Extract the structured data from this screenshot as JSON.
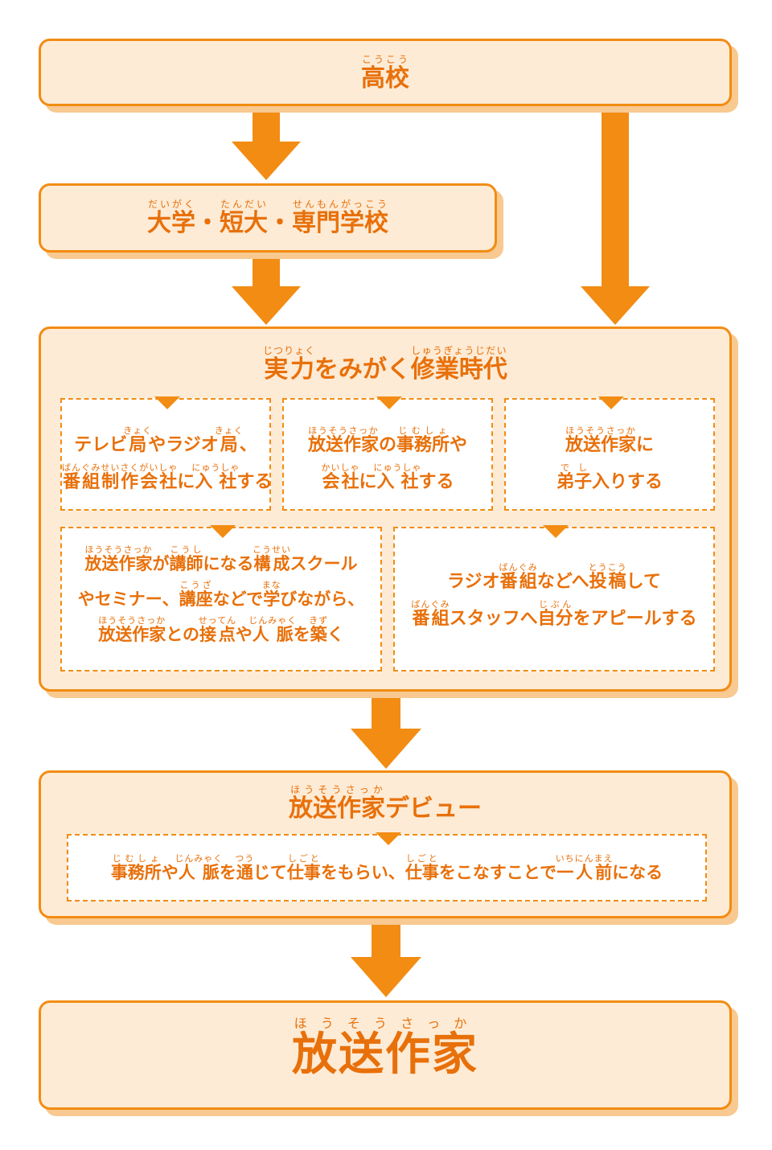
{
  "nodes": {
    "high_school": {
      "text": "高校",
      "ruby": "こうこう"
    },
    "university": {
      "parts": [
        {
          "text": "大学",
          "ruby": "だいがく"
        },
        {
          "text": "・"
        },
        {
          "text": "短大",
          "ruby": "たんだい"
        },
        {
          "text": "・"
        },
        {
          "text": "専門学校",
          "ruby": "せんもんがっこう"
        }
      ]
    },
    "training": {
      "title_parts": [
        {
          "text": "実力",
          "ruby": "じつりょく"
        },
        {
          "text": "をみがく"
        },
        {
          "text": "修業時代",
          "ruby": "しゅうぎょうじだい"
        }
      ],
      "options": {
        "tv_radio": {
          "line1": [
            {
              "text": "テレビ"
            },
            {
              "text": "局",
              "ruby": "きょく"
            },
            {
              "text": "やラジオ"
            },
            {
              "text": "局",
              "ruby": "きょく"
            },
            {
              "text": "、"
            }
          ],
          "line2": [
            {
              "text": "番組制作会社",
              "ruby": "ばんぐみせいさくがいしゃ"
            },
            {
              "text": "に"
            },
            {
              "text": "入社",
              "ruby": "にゅうしゃ"
            },
            {
              "text": "する"
            }
          ]
        },
        "office": {
          "line1": [
            {
              "text": "放送作家",
              "ruby": "ほうそうさっか"
            },
            {
              "text": "の"
            },
            {
              "text": "事務所",
              "ruby": "じむしょ"
            },
            {
              "text": "や"
            }
          ],
          "line2": [
            {
              "text": "会社",
              "ruby": "かいしゃ"
            },
            {
              "text": "に"
            },
            {
              "text": "入社",
              "ruby": "にゅうしゃ"
            },
            {
              "text": "する"
            }
          ]
        },
        "apprentice": {
          "line1": [
            {
              "text": "放送作家",
              "ruby": "ほうそうさっか"
            },
            {
              "text": "に"
            }
          ],
          "line2": [
            {
              "text": "弟子",
              "ruby": "でし"
            },
            {
              "text": "入りする"
            }
          ]
        },
        "school": {
          "line1": [
            {
              "text": "放送作家",
              "ruby": "ほうそうさっか"
            },
            {
              "text": "が"
            },
            {
              "text": "講師",
              "ruby": "こうし"
            },
            {
              "text": "になる"
            },
            {
              "text": "構成",
              "ruby": "こうせい"
            },
            {
              "text": "スクール"
            }
          ],
          "line2": [
            {
              "text": "やセミナー、"
            },
            {
              "text": "講座",
              "ruby": "こうざ"
            },
            {
              "text": "などで"
            },
            {
              "text": "学",
              "ruby": "まな"
            },
            {
              "text": "びながら、"
            }
          ],
          "line3": [
            {
              "text": "放送作家",
              "ruby": "ほうそうさっか"
            },
            {
              "text": "との"
            },
            {
              "text": "接点",
              "ruby": "せってん"
            },
            {
              "text": "や"
            },
            {
              "text": "人脈",
              "ruby": "じんみゃく"
            },
            {
              "text": "を"
            },
            {
              "text": "築",
              "ruby": "きず"
            },
            {
              "text": "く"
            }
          ]
        },
        "submission": {
          "line1": [
            {
              "text": "ラジオ"
            },
            {
              "text": "番組",
              "ruby": "ばんぐみ"
            },
            {
              "text": "などへ"
            },
            {
              "text": "投稿",
              "ruby": "とうこう"
            },
            {
              "text": "して"
            }
          ],
          "line2": [
            {
              "text": "番組",
              "ruby": "ばんぐみ"
            },
            {
              "text": "スタッフへ"
            },
            {
              "text": "自分",
              "ruby": "じぶん"
            },
            {
              "text": "をアピールする"
            }
          ]
        }
      }
    },
    "debut": {
      "title_parts": [
        {
          "text": "放送作家",
          "ruby": "ほうそうさっか"
        },
        {
          "text": "デビュー"
        }
      ],
      "desc_parts": [
        {
          "text": "事務所",
          "ruby": "じむしょ"
        },
        {
          "text": "や"
        },
        {
          "text": "人脈",
          "ruby": "じんみゃく"
        },
        {
          "text": "を"
        },
        {
          "text": "通",
          "ruby": "つう"
        },
        {
          "text": "じて"
        },
        {
          "text": "仕事",
          "ruby": "しごと"
        },
        {
          "text": "をもらい、"
        },
        {
          "text": "仕事",
          "ruby": "しごと"
        },
        {
          "text": "をこなすことで"
        },
        {
          "text": "一人前",
          "ruby": "いちにんまえ"
        },
        {
          "text": "になる"
        }
      ]
    },
    "goal": {
      "text": "放送作家",
      "ruby": "ほうそうさっか"
    }
  },
  "colors": {
    "accent": "#f28c13",
    "box_fill": "#fdebd5",
    "shadow": "#f8c990",
    "text": "#e8700a"
  }
}
